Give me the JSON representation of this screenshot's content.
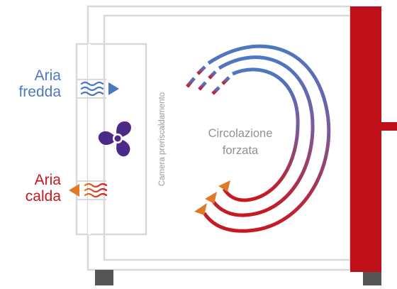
{
  "labels": {
    "cold_air_line1": "Aria",
    "cold_air_line2": "fredda",
    "hot_air_line1": "Aria",
    "hot_air_line2": "calda",
    "chamber": "Camera preriscaldamento",
    "circulation_line1": "Circolazione",
    "circulation_line2": "forzata"
  },
  "icons": {
    "fan": "fan-icon",
    "cold_inlet": "cold-air-waves-icon",
    "hot_outlet": "hot-air-waves-icon"
  },
  "colors": {
    "cold": "#4a78c2",
    "hot": "#c8181f",
    "hot_arrow": "#e07a28",
    "fan": "#4b2a88",
    "frame": "#d9d9d9",
    "foot": "#555555",
    "door": "#c0111b"
  }
}
